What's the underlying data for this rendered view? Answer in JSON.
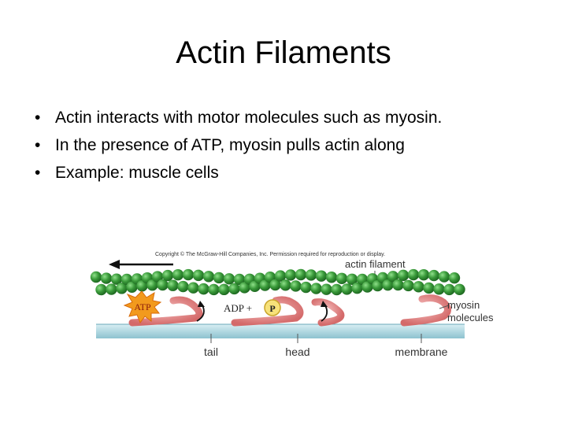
{
  "slide": {
    "title": "Actin Filaments",
    "bullets": [
      "Actin interacts with motor molecules such as myosin.",
      "In the presence of ATP, myosin pulls actin along",
      "Example:  muscle cells"
    ]
  },
  "figure": {
    "copyright": "Copyright © The McGraw-Hill Companies, Inc. Permission required for reproduction or display.",
    "labels": {
      "actin_filament": "actin filament",
      "atp": "ATP",
      "adp_plus": "ADP +",
      "phosphate": "P",
      "myosin_line1": "myosin",
      "myosin_line2": "molecules",
      "tail": "tail",
      "head": "head",
      "membrane": "membrane"
    },
    "colors": {
      "actin_bead": "#3a9a3a",
      "actin_bead_light": "#6fc96a",
      "myosin": "#e58a8a",
      "membrane": "#a8d2dc",
      "atp_burst": "#f29a1d",
      "phosphate": "#f7e27a"
    }
  }
}
